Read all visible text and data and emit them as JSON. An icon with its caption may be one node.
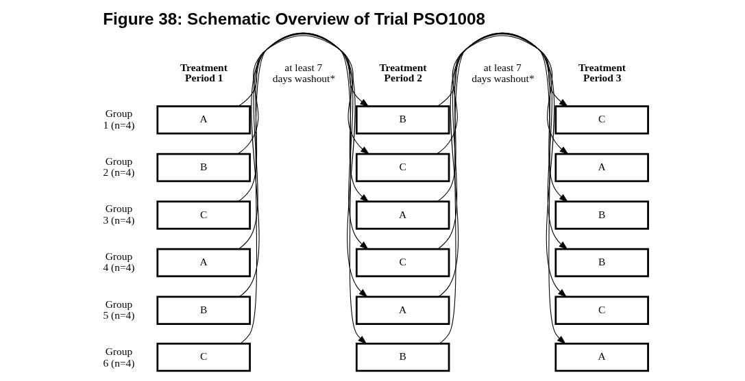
{
  "diagram": {
    "title": "Figure 38: Schematic Overview of Trial PSO1008",
    "nodes": [
      {
        "text": [
          "A"
        ]
      },
      {
        "text": [
          "B"
        ]
      },
      {
        "text": [
          "C"
        ]
      },
      {
        "text": [
          "B"
        ]
      },
      {
        "text": [
          "C"
        ]
      },
      {
        "text": [
          "A"
        ]
      },
      {
        "text": [
          "C"
        ]
      },
      {
        "text": [
          "A"
        ]
      },
      {
        "text": [
          "B"
        ]
      },
      {
        "text": [
          "A"
        ]
      },
      {
        "text": [
          "C"
        ]
      },
      {
        "text": [
          "B"
        ]
      },
      {
        "text": [
          "B"
        ]
      },
      {
        "text": [
          "A"
        ]
      },
      {
        "text": [
          "C"
        ]
      },
      {
        "text": [
          "C"
        ]
      },
      {
        "text": [
          "B"
        ]
      },
      {
        "text": [
          "A"
        ]
      }
    ],
    "edges": [
      {
        "from": 0,
        "to": 1,
        "arrow": "to"
      },
      {
        "from": 1,
        "to": 2,
        "arrow": "to"
      },
      {
        "from": 3,
        "to": 4,
        "arrow": "to"
      },
      {
        "from": 4,
        "to": 5,
        "arrow": "to"
      },
      {
        "from": 6,
        "to": 7,
        "arrow": "to"
      },
      {
        "from": 7,
        "to": 8,
        "arrow": "to"
      },
      {
        "from": 9,
        "to": 10,
        "arrow": "to"
      },
      {
        "from": 10,
        "to": 11,
        "arrow": "to"
      },
      {
        "from": 12,
        "to": 13,
        "arrow": "to"
      },
      {
        "from": 13,
        "to": 14,
        "arrow": "to"
      },
      {
        "from": 15,
        "to": 16,
        "arrow": "to"
      },
      {
        "from": 16,
        "to": 17,
        "arrow": "to"
      }
    ],
    "labels": [
      "Treatment Period 1",
      "at least 7 days washout*",
      "Treatment Period 2",
      "at least 7 days washout*",
      "Treatment Period 3",
      "Group 1 (n=4)",
      "Group 2 (n=4)",
      "Group 3 (n=4)",
      "Group 4 (n=4)",
      "Group 5 (n=4)",
      "Group 6 (n=4)"
    ]
  }
}
